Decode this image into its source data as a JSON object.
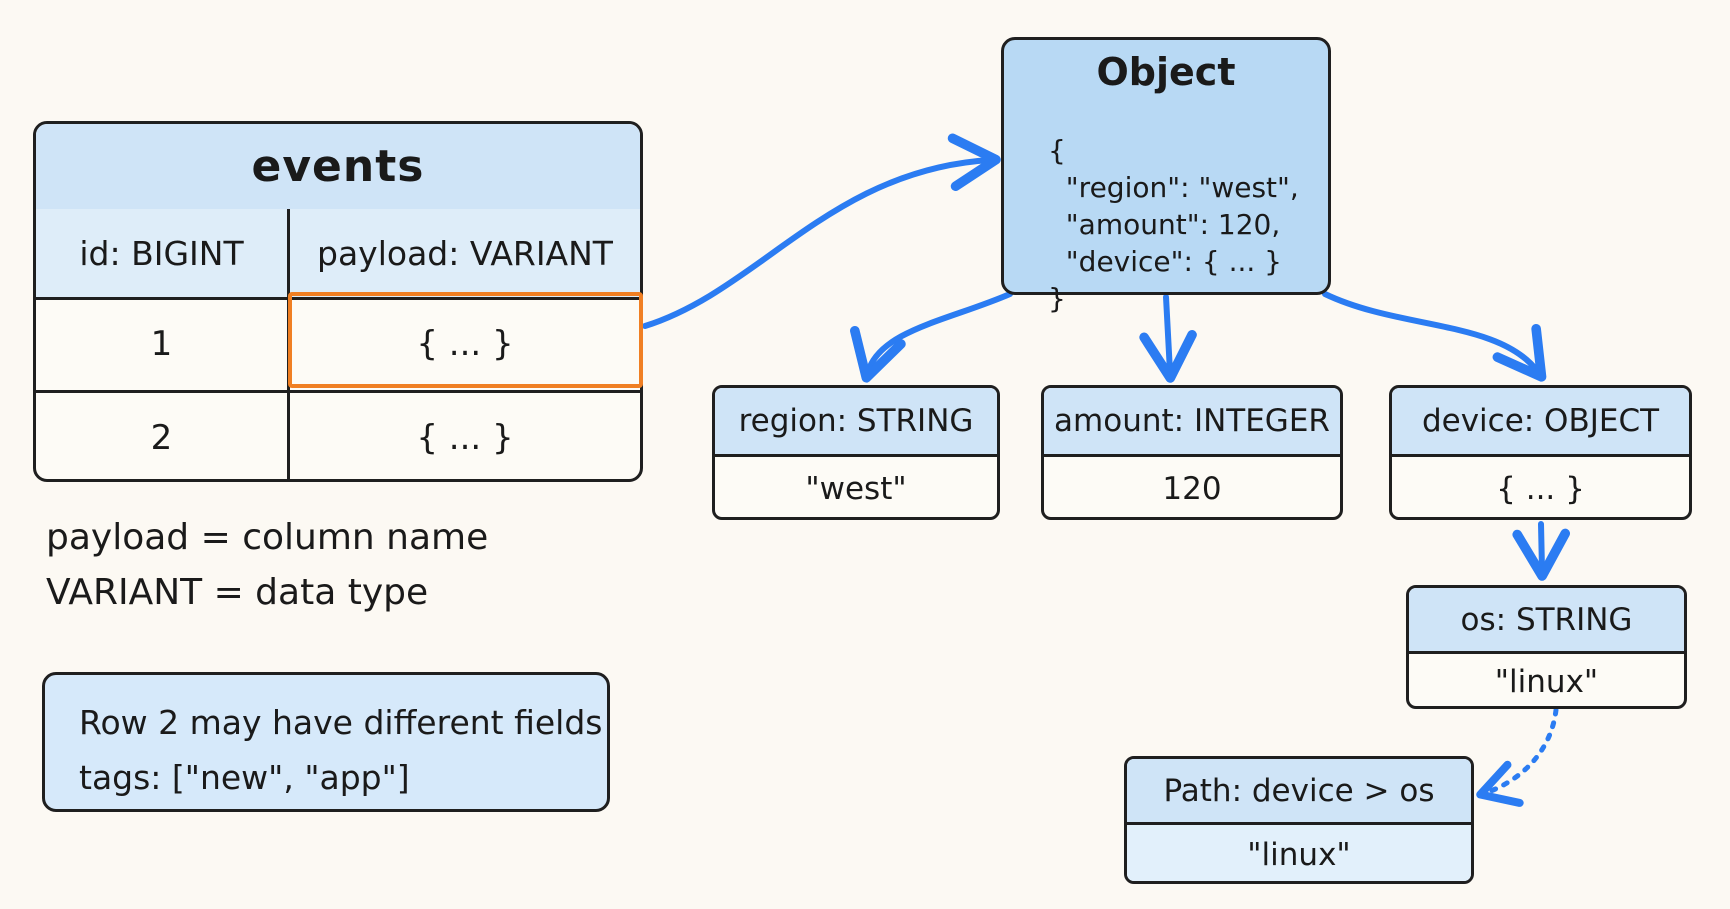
{
  "table": {
    "title": "events",
    "columns": [
      "id: BIGINT",
      "payload: VARIANT"
    ],
    "rows": [
      {
        "id": "1",
        "payload": "{ ... }"
      },
      {
        "id": "2",
        "payload": "{ ... }"
      }
    ]
  },
  "notes": {
    "line1": "payload = column name",
    "line2": "VARIANT = data type"
  },
  "note_box": {
    "line1": "Row 2 may have different fields",
    "line2": "tags: [\"new\", \"app\"]"
  },
  "object": {
    "title": "Object",
    "code": "{\n  \"region\": \"west\",\n  \"amount\": 120,\n  \"device\": { ... }\n}"
  },
  "fields": {
    "region": {
      "header": "region: STRING",
      "value": "\"west\""
    },
    "amount": {
      "header": "amount: INTEGER",
      "value": "120"
    },
    "device": {
      "header": "device: OBJECT",
      "value": "{ ... }"
    },
    "os": {
      "header": "os: STRING",
      "value": "\"linux\""
    }
  },
  "path": {
    "header": "Path: device > os",
    "value": "\"linux\""
  },
  "colors": {
    "arrow": "#2b7cf2",
    "highlight": "#f07f23",
    "header_fill": "#cfe4f7",
    "object_fill": "#b8d9f4"
  }
}
